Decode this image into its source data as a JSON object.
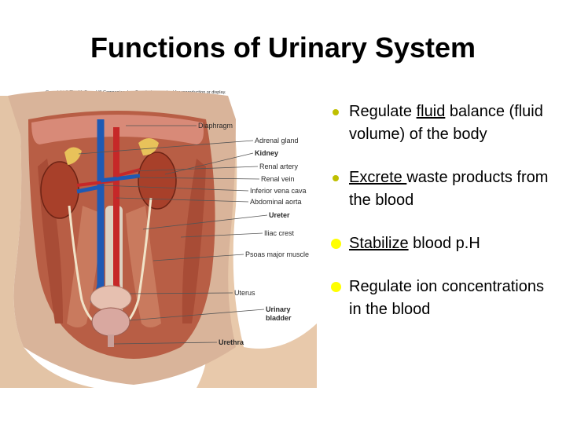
{
  "slide": {
    "title": "Functions of Urinary System"
  },
  "figure": {
    "copyright": "Copyright © The McGraw-Hill Companies, Inc. Permission required for reproduction or display.",
    "labels": [
      {
        "text": "Diaphragm",
        "bold": false
      },
      {
        "text": "Adrenal gland",
        "bold": false
      },
      {
        "text": "Kidney",
        "bold": true
      },
      {
        "text": "Renal artery",
        "bold": false
      },
      {
        "text": "Renal vein",
        "bold": false
      },
      {
        "text": "Inferior vena cava",
        "bold": false
      },
      {
        "text": "Abdominal aorta",
        "bold": false
      },
      {
        "text": "Ureter",
        "bold": true
      },
      {
        "text": "Iliac crest",
        "bold": false
      },
      {
        "text": "Psoas major muscle",
        "bold": false
      },
      {
        "text": "Uterus",
        "bold": false
      },
      {
        "text": "Urinary",
        "bold": true
      },
      {
        "text": "bladder",
        "bold": true
      },
      {
        "text": "Urethra",
        "bold": true
      }
    ]
  },
  "bullets": [
    {
      "before": "Regulate ",
      "underlined": "fluid",
      "after": " balance (fluid volume) of the body",
      "marker": "small"
    },
    {
      "before": "",
      "underlined": "Excrete ",
      "after": "waste products from the blood",
      "marker": "small"
    },
    {
      "before": "",
      "underlined": "Stabilize",
      "after": " blood p.H",
      "marker": "big"
    },
    {
      "before": "",
      "underlined": "",
      "after": "Regulate ion concentrations in the blood",
      "marker": "big"
    }
  ],
  "colors": {
    "bullet_small": "#bfbf00",
    "bullet_big": "#ffff00",
    "artery": "#c62828",
    "vein": "#1e5ab4",
    "kidney": "#a8402a",
    "adrenal": "#e8c25a",
    "muscle": "#c97a5e"
  }
}
